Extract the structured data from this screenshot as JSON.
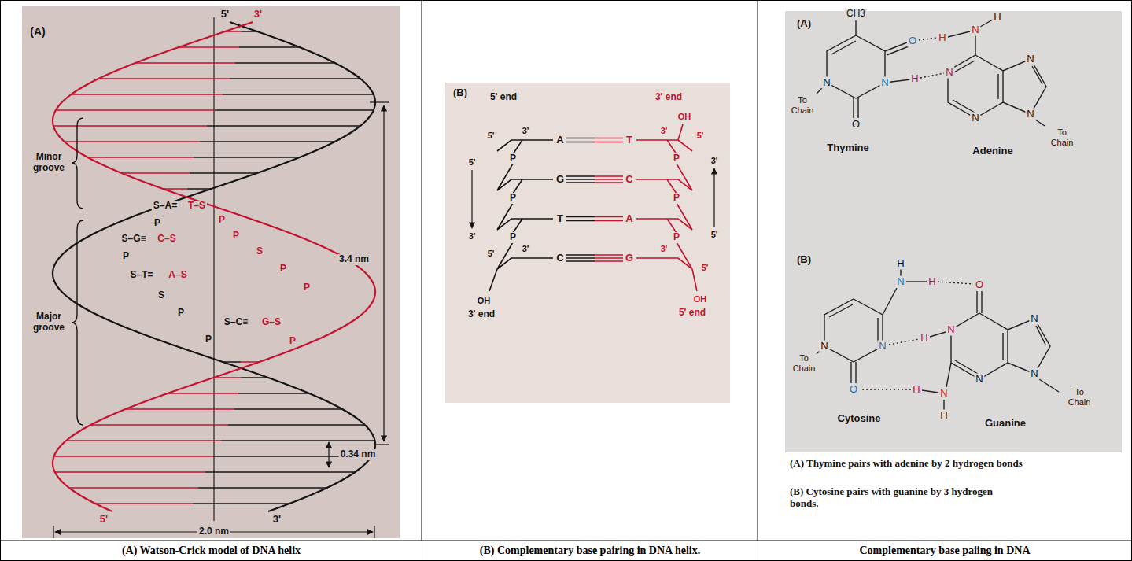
{
  "diagram": {
    "nodes": [
      {
        "text": [
          "(A) Watson-Crick model of DNA helix"
        ]
      },
      {
        "text": [
          "(B) Complementary base pairing in DNA helix."
        ]
      },
      {
        "text": [
          "Complementary base paiing in DNA"
        ]
      }
    ],
    "labels": [
      "(A)",
      "5'",
      "3'",
      "Minor groove",
      "Major groove",
      "3.4 nm",
      "0.34 nm",
      "5'",
      "3'",
      "2.0 nm",
      "S–A=",
      "T–S",
      "P",
      "P",
      "S–G≡",
      "C–S",
      "P",
      "P",
      "S",
      "S–T=",
      "A–S",
      "P",
      "S",
      "P",
      "P",
      "S–C≡",
      "G–S",
      "P",
      "P",
      "(B)",
      "5' end",
      "3' end",
      "5'",
      "3'",
      "P",
      "P",
      "P",
      "5'",
      "3'",
      "A",
      "G",
      "T",
      "C",
      "T",
      "C",
      "A",
      "G",
      "3'",
      "OH",
      "5'",
      "P",
      "P",
      "P",
      "3'",
      "5'",
      "5'",
      "3'",
      "OH",
      "3' end",
      "3'",
      "5'",
      "OH",
      "5' end",
      "(A)",
      "CH3",
      "O",
      "H",
      "H",
      "N",
      "N",
      "H",
      "N",
      "N",
      "To Chain",
      "O",
      "N",
      "N",
      "N",
      "To Chain",
      "Thymine",
      "Adenine",
      "(B)",
      "H",
      "N",
      "H",
      "O",
      "N",
      "N",
      "H",
      "N",
      "N",
      "N",
      "N",
      "To Chain",
      "O",
      "H",
      "N",
      "H",
      "Cytosine",
      "Guanine",
      "To Chain",
      "(A) Thymine pairs with adenine by 2 hydrogen bonds",
      "(B) Cytosine pairs with guanine by 3 hydrogen bonds."
    ]
  }
}
